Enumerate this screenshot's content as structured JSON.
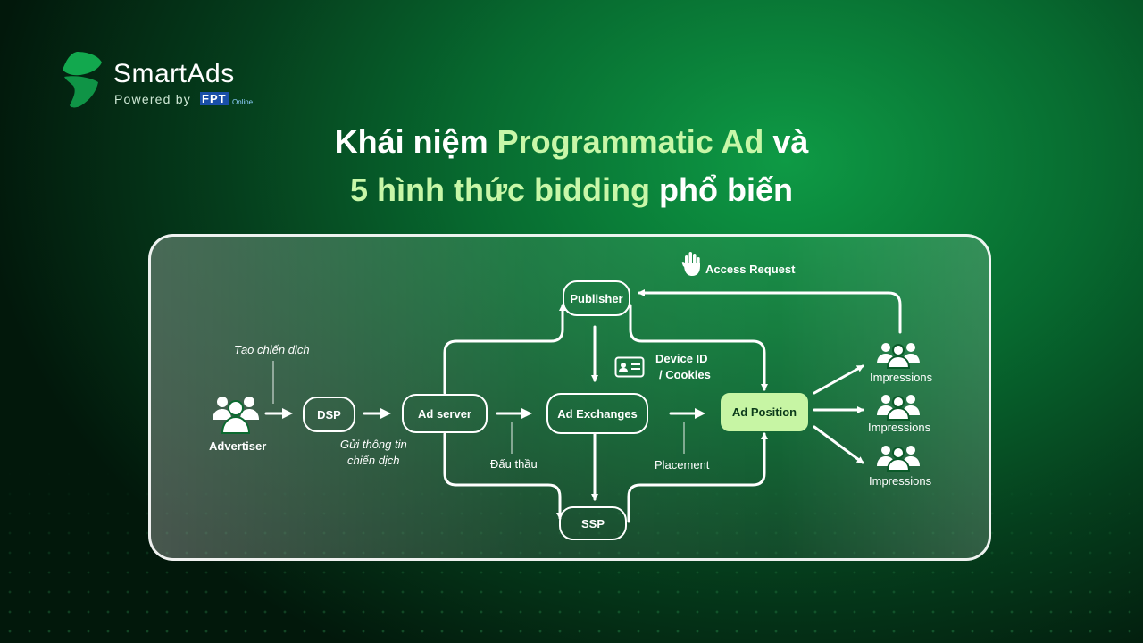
{
  "brand": {
    "name": "SmartAds",
    "powered_by": "Powered by",
    "partner": "FPT",
    "partner_sub": "Online"
  },
  "headline": {
    "line1_pre": "Khái niệm ",
    "line1_highlight": "Programmatic Ad",
    "line1_post": " và",
    "line2_highlight": "5 hình thức bidding",
    "line2_post": " phổ biến",
    "highlight_color": "#c8f7a8"
  },
  "diagram": {
    "nodes": {
      "dsp": "DSP",
      "ad_server": "Ad server",
      "ad_exchanges": "Ad Exchanges",
      "publisher": "Publisher",
      "ssp": "SSP",
      "ad_position": "Ad Position"
    },
    "labels": {
      "advertiser": "Advertiser",
      "create_campaign": "Tạo chiến dịch",
      "send_info_1": "Gửi thông tin",
      "send_info_2": "chiến dịch",
      "bidding": "Đấu thầu",
      "placement": "Placement",
      "device_id_1": "Device ID",
      "device_id_2": "/ Cookies",
      "access_request": "Access Request",
      "impressions": [
        "Impressions",
        "Impressions",
        "Impressions"
      ]
    },
    "icons": [
      "users-group-icon",
      "id-card-icon",
      "hand-stop-icon",
      "impressions-group-icon"
    ],
    "accent_color": "#c7f5a4"
  }
}
